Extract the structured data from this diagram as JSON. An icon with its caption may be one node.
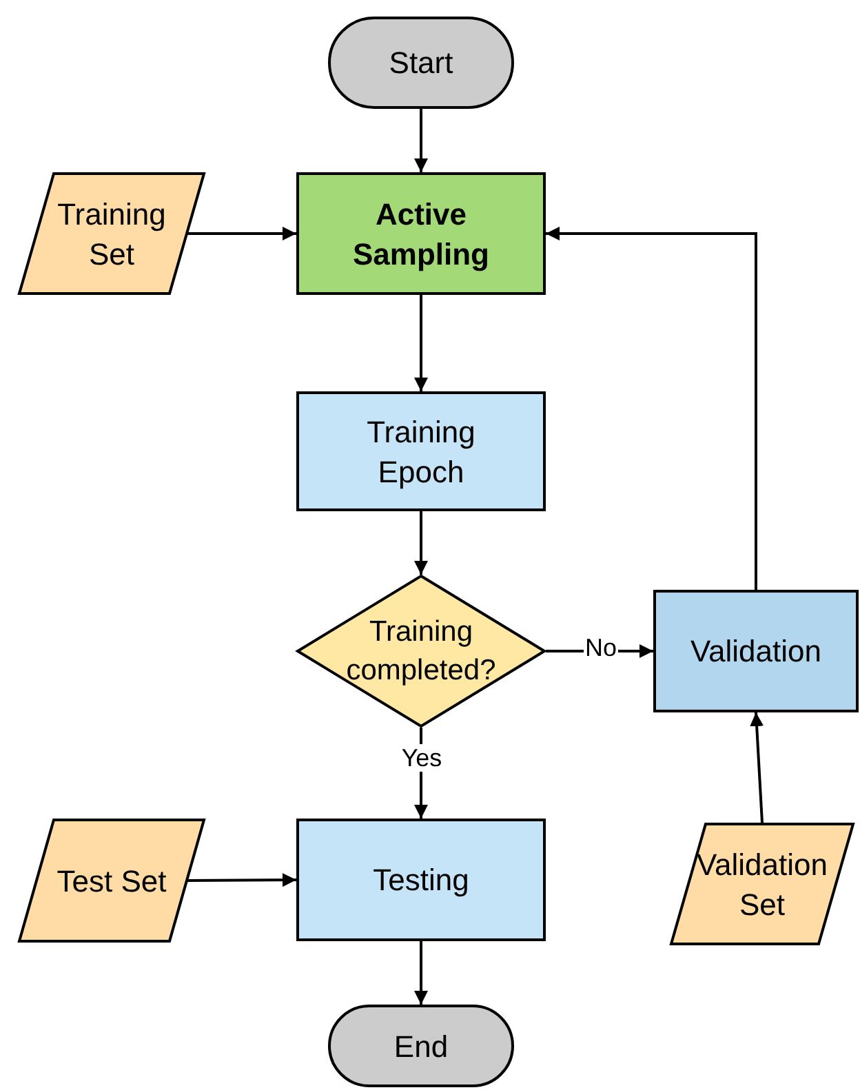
{
  "diagram": {
    "nodes": [
      {
        "text": [
          "Start"
        ]
      },
      {
        "text": [
          "Training Set"
        ]
      },
      {
        "text": [
          "Active Sampling"
        ]
      },
      {
        "text": [
          "Training Epoch"
        ]
      },
      {
        "text": [
          "Training completed?"
        ]
      },
      {
        "text": [
          "Validation"
        ]
      },
      {
        "text": [
          "Test Set"
        ]
      },
      {
        "text": [
          "Testing"
        ]
      },
      {
        "text": [
          "Validation Set"
        ]
      },
      {
        "text": [
          "End"
        ]
      }
    ],
    "edges": [
      {
        "from": 0,
        "to": 2,
        "arrow": "to"
      },
      {
        "from": 1,
        "to": 2,
        "arrow": "to"
      },
      {
        "from": 2,
        "to": 3,
        "arrow": "to"
      },
      {
        "from": 3,
        "to": 4,
        "arrow": "to"
      },
      {
        "from": 4,
        "to": 5,
        "arrow": "to",
        "label": "No"
      },
      {
        "from": 5,
        "to": 2,
        "arrow": "to"
      },
      {
        "from": 4,
        "to": 7,
        "arrow": "to",
        "label": "Yes"
      },
      {
        "from": 8,
        "to": 5,
        "arrow": "to"
      },
      {
        "from": 6,
        "to": 7,
        "arrow": "to"
      },
      {
        "from": 7,
        "to": 9,
        "arrow": "to"
      }
    ]
  }
}
